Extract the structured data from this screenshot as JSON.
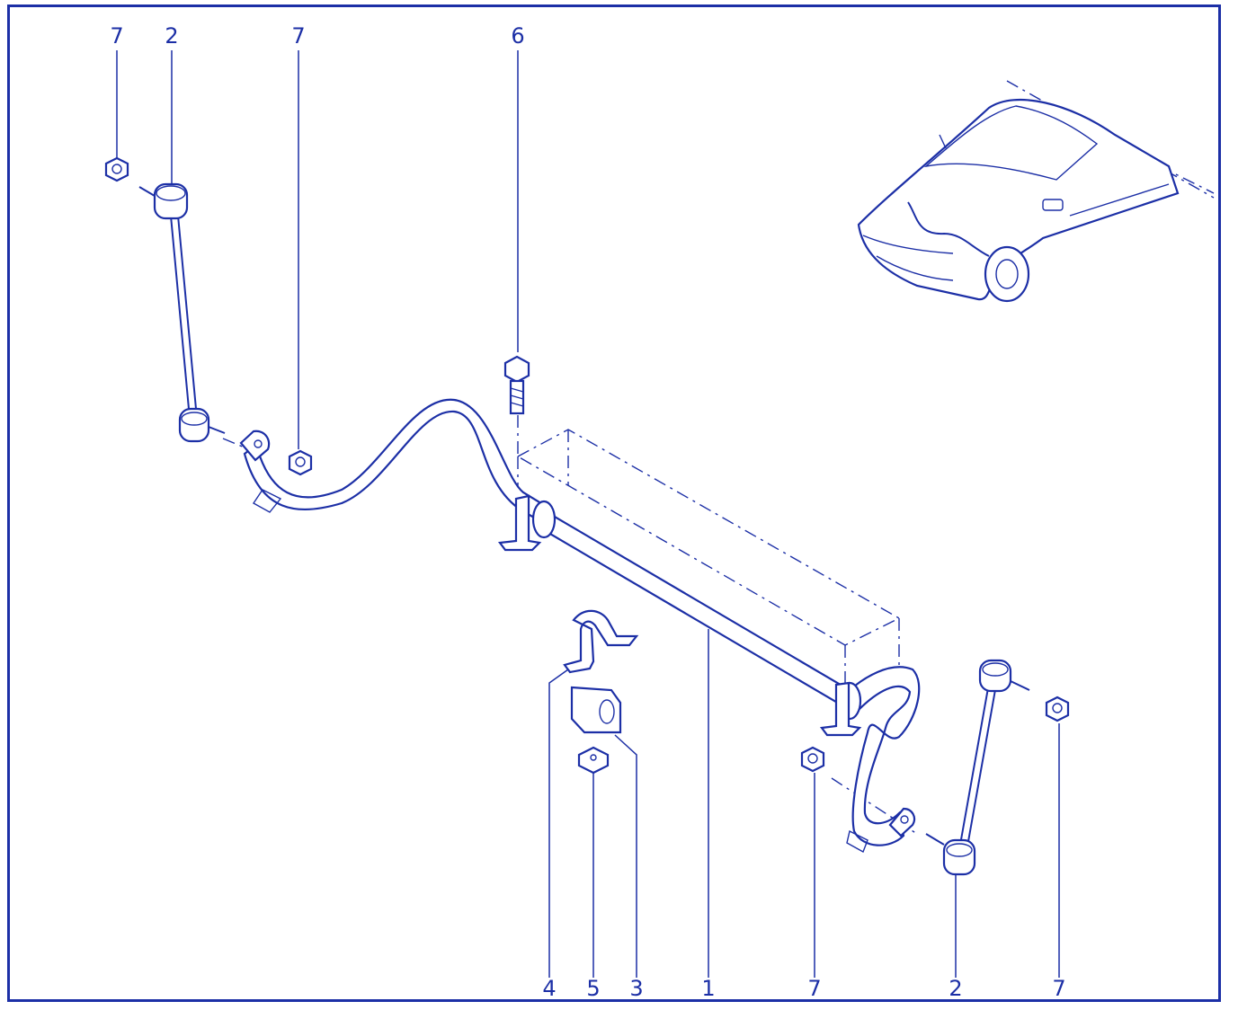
{
  "diagram": {
    "line_color": "#1c2fa6",
    "background": "#ffffff",
    "labels": [
      "7",
      "2",
      "7",
      "6",
      "4",
      "5",
      "3",
      "1",
      "7",
      "2",
      "7"
    ]
  }
}
